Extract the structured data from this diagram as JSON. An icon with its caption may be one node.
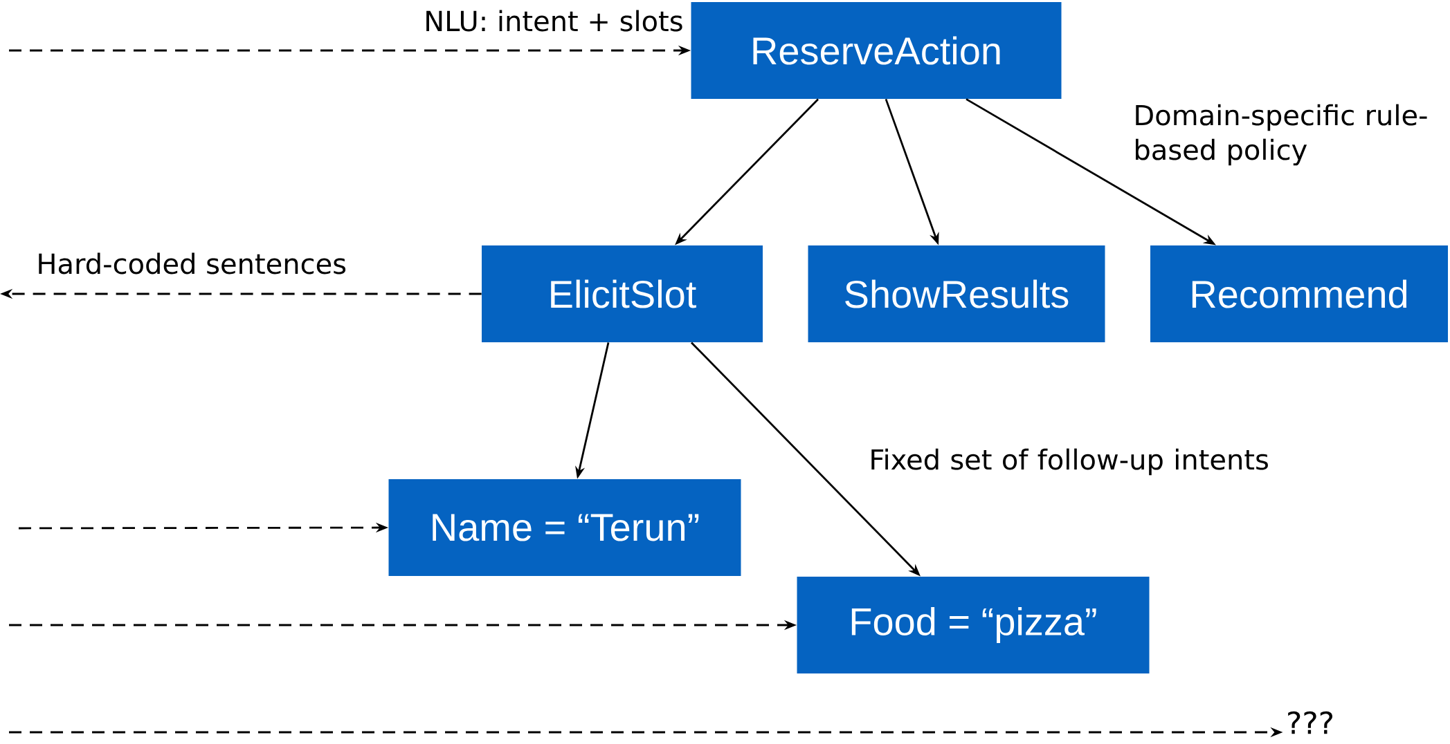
{
  "diagram": {
    "nodes": [
      {
        "text": [
          "ReserveAction"
        ]
      },
      {
        "text": [
          "ElicitSlot"
        ]
      },
      {
        "text": [
          "ShowResults"
        ]
      },
      {
        "text": [
          "Recommend"
        ]
      },
      {
        "text": [
          "Name = “Terun”"
        ]
      },
      {
        "text": [
          "Food = “pizza”"
        ]
      },
      {
        "text": [
          "???"
        ]
      }
    ],
    "edges": [
      {
        "from": 0,
        "to": 1,
        "arrow": "to"
      },
      {
        "from": 0,
        "to": 2,
        "arrow": "to"
      },
      {
        "from": 0,
        "to": 3,
        "arrow": "to"
      },
      {
        "from": 1,
        "to": 4,
        "arrow": "to"
      },
      {
        "from": 1,
        "to": 5,
        "arrow": "to"
      },
      {
        "from": null,
        "to": 0,
        "arrow": "to",
        "style": "dashed",
        "label": "NLU: intent + slots"
      },
      {
        "from": 1,
        "to": null,
        "arrow": "to",
        "style": "dashed",
        "label": "Hard-coded sentences"
      },
      {
        "from": null,
        "to": 4,
        "arrow": "to",
        "style": "dashed"
      },
      {
        "from": null,
        "to": 5,
        "arrow": "to",
        "style": "dashed"
      },
      {
        "from": null,
        "to": 6,
        "arrow": "to",
        "style": "dashed"
      }
    ],
    "labels": [
      "Domain-specific rule-based policy",
      "Fixed set of follow-up intents"
    ]
  }
}
